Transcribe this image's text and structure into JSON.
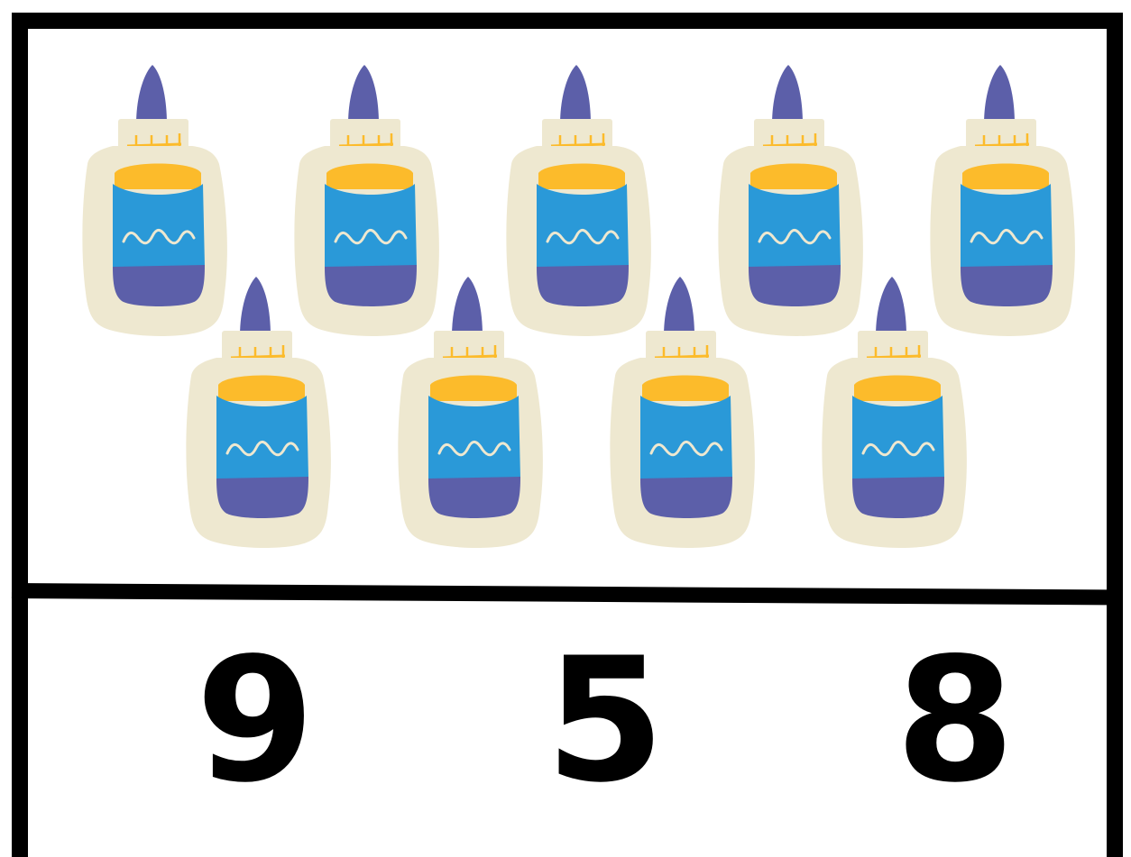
{
  "counting_card": {
    "object_icon": "glue-bottle-icon",
    "object_count": 9,
    "answer_choices": [
      {
        "label": "9"
      },
      {
        "label": "5"
      },
      {
        "label": "8"
      }
    ]
  },
  "colors": {
    "frame": "#000000",
    "bottle_body": "#eee8d0",
    "bottle_nozzle": "#5c5fa9",
    "label_band_blue": "#2a99d8",
    "label_band_yellow": "#fcbb2b",
    "label_band_purple": "#5c5fa9",
    "wave_line": "#eee8d0"
  }
}
